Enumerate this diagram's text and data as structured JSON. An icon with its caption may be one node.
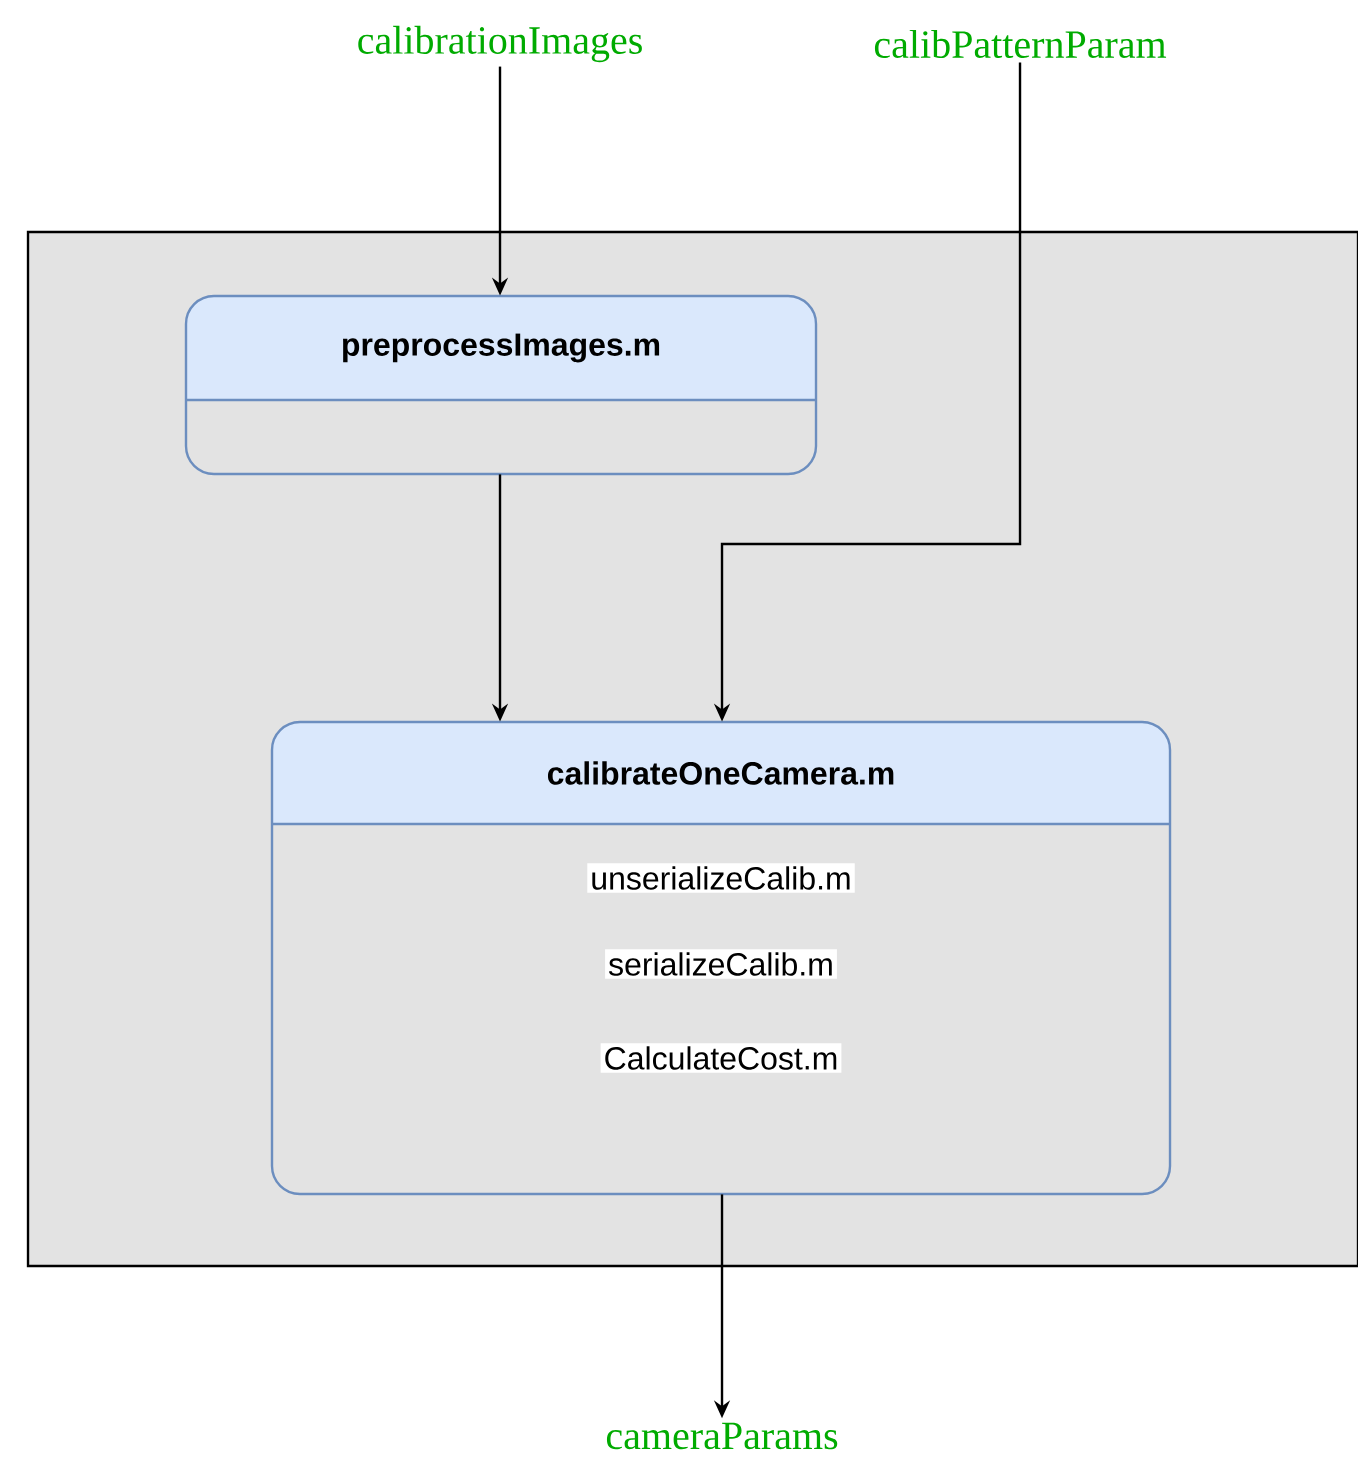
{
  "diagram": {
    "nodes": [
      {
        "text": [
          "calibrationImages"
        ]
      },
      {
        "text": [
          "calibPatternParam"
        ]
      },
      {
        "text": [],
        "shape": "box"
      },
      {
        "text": [
          "preprocessImages.m"
        ],
        "in": 2
      },
      {
        "text": [
          "calibrateOneCamera.m",
          "unserializeCalib.m",
          "serializeCalib.m",
          "CalculateCost.m"
        ],
        "in": 2
      },
      {
        "text": [
          "cameraParams"
        ]
      }
    ],
    "edges": [
      {
        "from": 0,
        "to": 3,
        "arrow": "to"
      },
      {
        "from": 3,
        "to": 4,
        "arrow": "to"
      },
      {
        "from": 1,
        "to": 4,
        "arrow": "to"
      },
      {
        "from": 4,
        "to": 5,
        "arrow": "to"
      }
    ]
  }
}
